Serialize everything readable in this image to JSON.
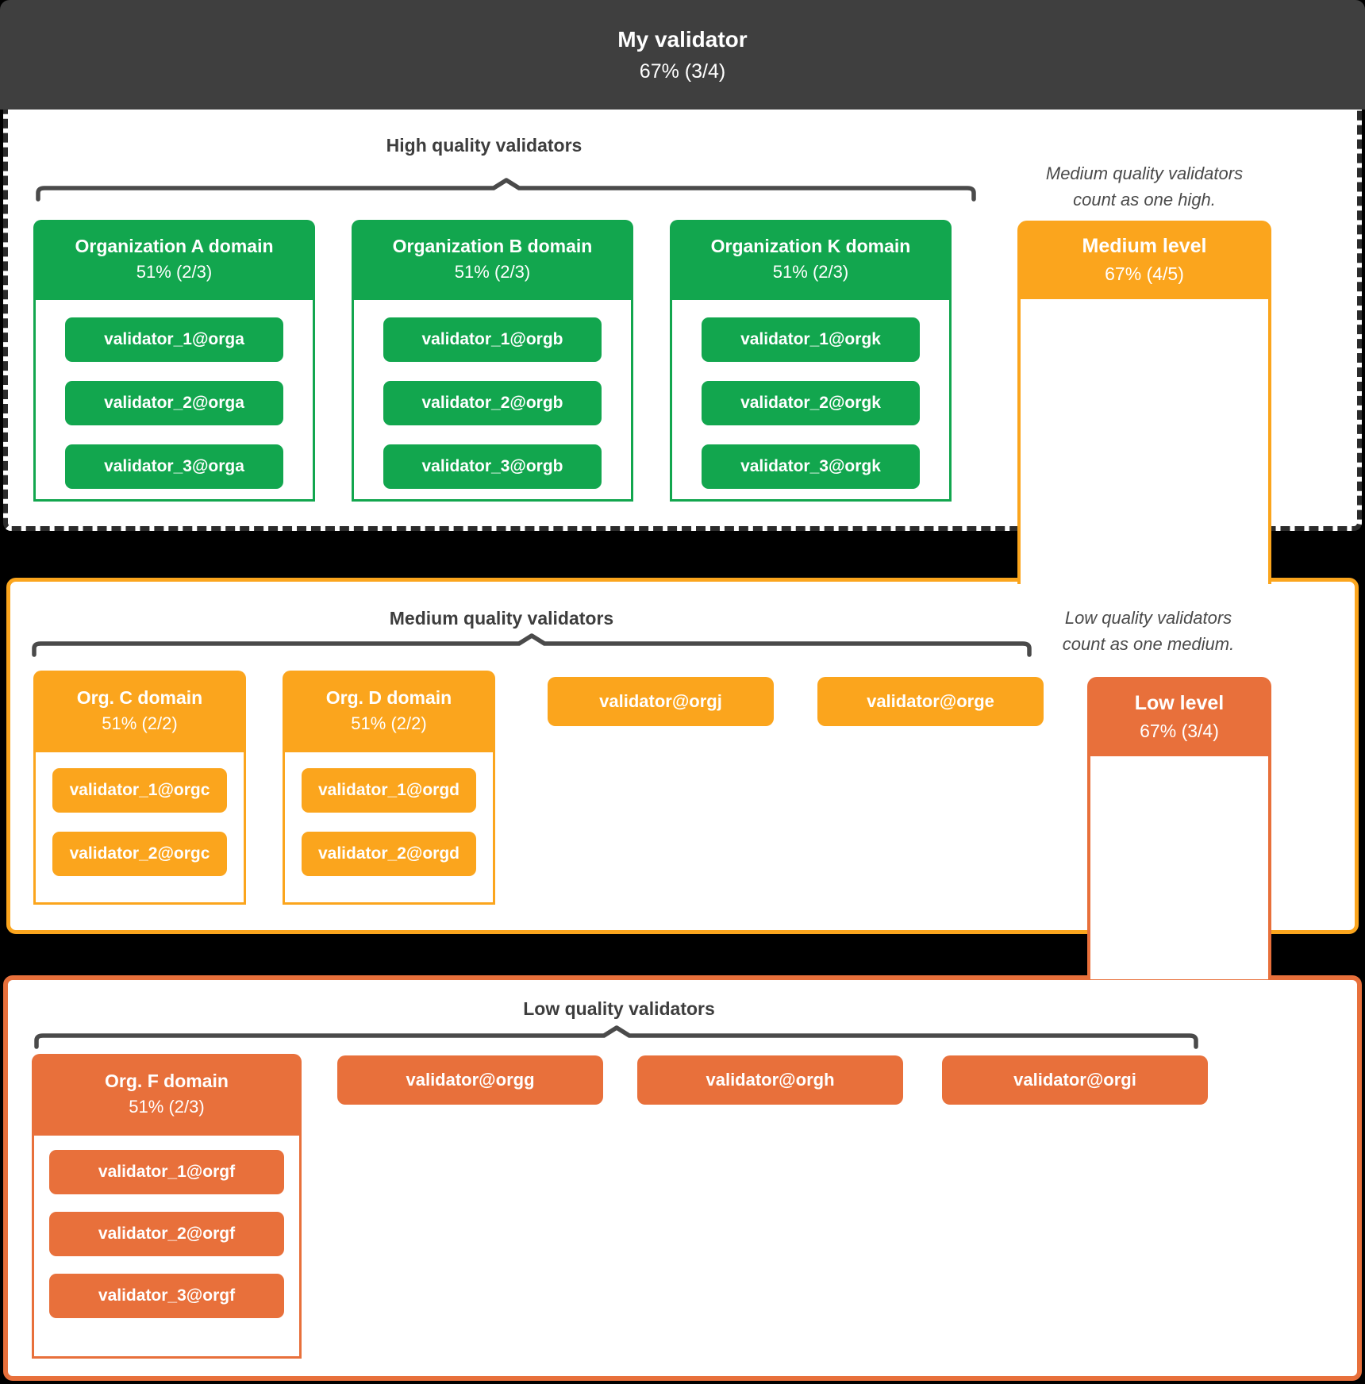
{
  "colors": {
    "high_green": "#12A64E",
    "medium_orange": "#FBA51D",
    "low_orange": "#E8703B",
    "topbar_gray": "#3F3F3F",
    "dashed_border": "#2B2B2B",
    "heading_text": "#3D3D3D"
  },
  "root": {
    "title": "My validator",
    "threshold": "67% (3/4)"
  },
  "high_section": {
    "heading": "High quality validators",
    "note_line1": "Medium quality validators",
    "note_line2": "count as one high.",
    "orgs": [
      {
        "title": "Organization A domain",
        "threshold": "51% (2/3)",
        "validators": [
          "validator_1@orga",
          "validator_2@orga",
          "validator_3@orga"
        ]
      },
      {
        "title": "Organization B domain",
        "threshold": "51% (2/3)",
        "validators": [
          "validator_1@orgb",
          "validator_2@orgb",
          "validator_3@orgb"
        ]
      },
      {
        "title": "Organization K domain",
        "threshold": "51% (2/3)",
        "validators": [
          "validator_1@orgk",
          "validator_2@orgk",
          "validator_3@orgk"
        ]
      }
    ]
  },
  "medium_level_box": {
    "title": "Medium level",
    "threshold": "67% (4/5)"
  },
  "medium_section": {
    "heading": "Medium quality validators",
    "note_line1": "Low quality validators",
    "note_line2": "count as one medium.",
    "orgs": [
      {
        "title": "Org. C domain",
        "threshold": "51% (2/2)",
        "validators": [
          "validator_1@orgc",
          "validator_2@orgc"
        ]
      },
      {
        "title": "Org. D domain",
        "threshold": "51% (2/2)",
        "validators": [
          "validator_1@orgd",
          "validator_2@orgd"
        ]
      }
    ],
    "standalone_validators": [
      "validator@orgj",
      "validator@orge"
    ]
  },
  "low_level_box": {
    "title": "Low level",
    "threshold": "67% (3/4)"
  },
  "low_section": {
    "heading": "Low quality validators",
    "orgs": [
      {
        "title": "Org. F domain",
        "threshold": "51% (2/3)",
        "validators": [
          "validator_1@orgf",
          "validator_2@orgf",
          "validator_3@orgf"
        ]
      }
    ],
    "standalone_validators": [
      "validator@orgg",
      "validator@orgh",
      "validator@orgi"
    ]
  }
}
